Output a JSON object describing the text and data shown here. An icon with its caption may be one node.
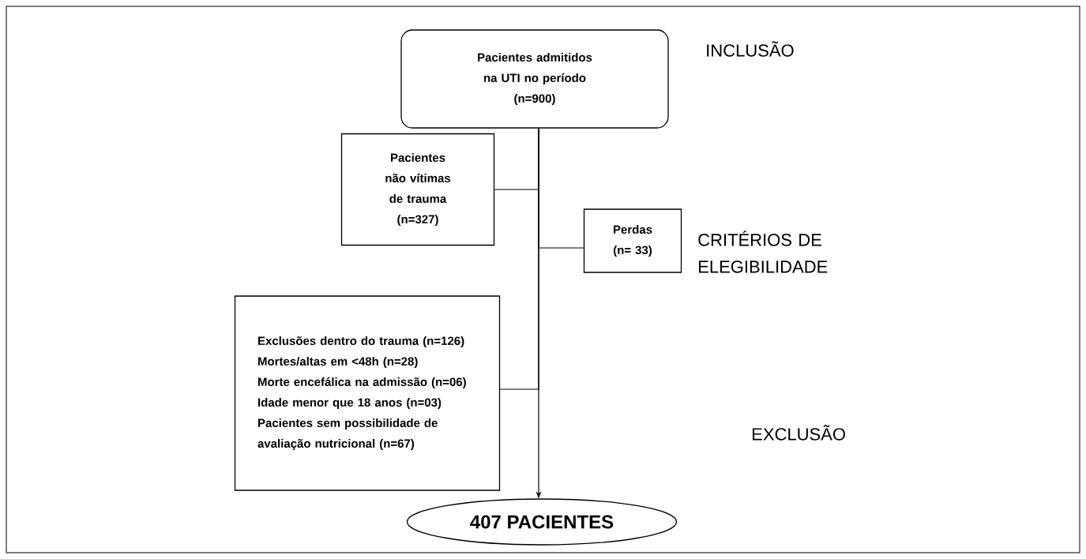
{
  "diagram": {
    "nodes": [
      {
        "text": [
          "Pacientes admitidos na UTI no período",
          "(n=900)"
        ]
      },
      {
        "text": [
          "Pacientes não vítimas de trauma",
          "(n=327)"
        ]
      },
      {
        "text": [
          "Perdas",
          "(n= 33)"
        ]
      },
      {
        "text": [
          "Exclusões dentro do trauma (n=126)",
          "Mortes/altas em <48h (n=28)",
          "Morte encefálica na admissão (n=06)",
          "Idade menor que 18 anos (n=03)",
          "Pacientes sem possibilidade de avaliação nutricional (n=67)"
        ]
      },
      {
        "text": [
          "407 PACIENTES"
        ]
      }
    ],
    "edges": [
      {
        "from": 0,
        "to": 4,
        "arrow": "to"
      },
      {
        "from": 0,
        "to": 1,
        "arrow": "none"
      },
      {
        "from": 0,
        "to": 2,
        "arrow": "none"
      },
      {
        "from": 0,
        "to": 3,
        "arrow": "none"
      }
    ],
    "labels": [
      "INCLUSÃO",
      "CRITÉRIOS DE ELEGIBILIDADE",
      "EXCLUSÃO"
    ]
  }
}
